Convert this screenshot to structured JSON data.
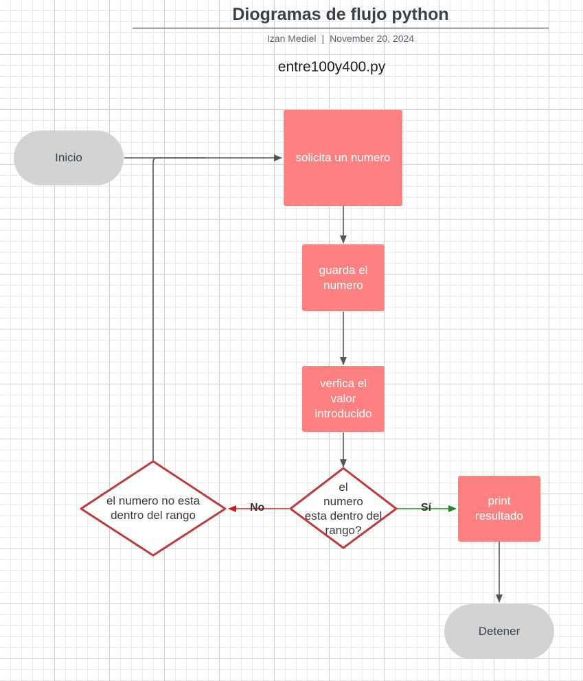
{
  "header": {
    "title": "Diogramas de flujo python",
    "author": "Izan Mediel",
    "separator": "|",
    "date": "November 20, 2024",
    "filename": "entre100y400.py"
  },
  "nodes": {
    "start": "Inicio",
    "request_number": "solicita un numero",
    "save_number_line1": "guarda el",
    "save_number_line2": "numero",
    "verify_line1": "verfica el",
    "verify_line2": "valor",
    "verify_line3": "introducido",
    "decision_line1": "el",
    "decision_line2": "numero",
    "decision_line3": "esta dentro del",
    "decision_line4": "rango?",
    "out_of_range_line1": "el numero no esta",
    "out_of_range_line2": "dentro del rango",
    "print_line1": "print",
    "print_line2": "resultado",
    "end": "Detener"
  },
  "edges": {
    "no_label": "No",
    "yes_label": "Sí"
  },
  "colors": {
    "process_fill": "#ff8080",
    "terminal_fill": "#d2d3d5",
    "decision_stroke": "#c0393b",
    "no_arrow": "#d11a1a",
    "yes_arrow": "#1f8a1f",
    "connector": "#555555"
  }
}
